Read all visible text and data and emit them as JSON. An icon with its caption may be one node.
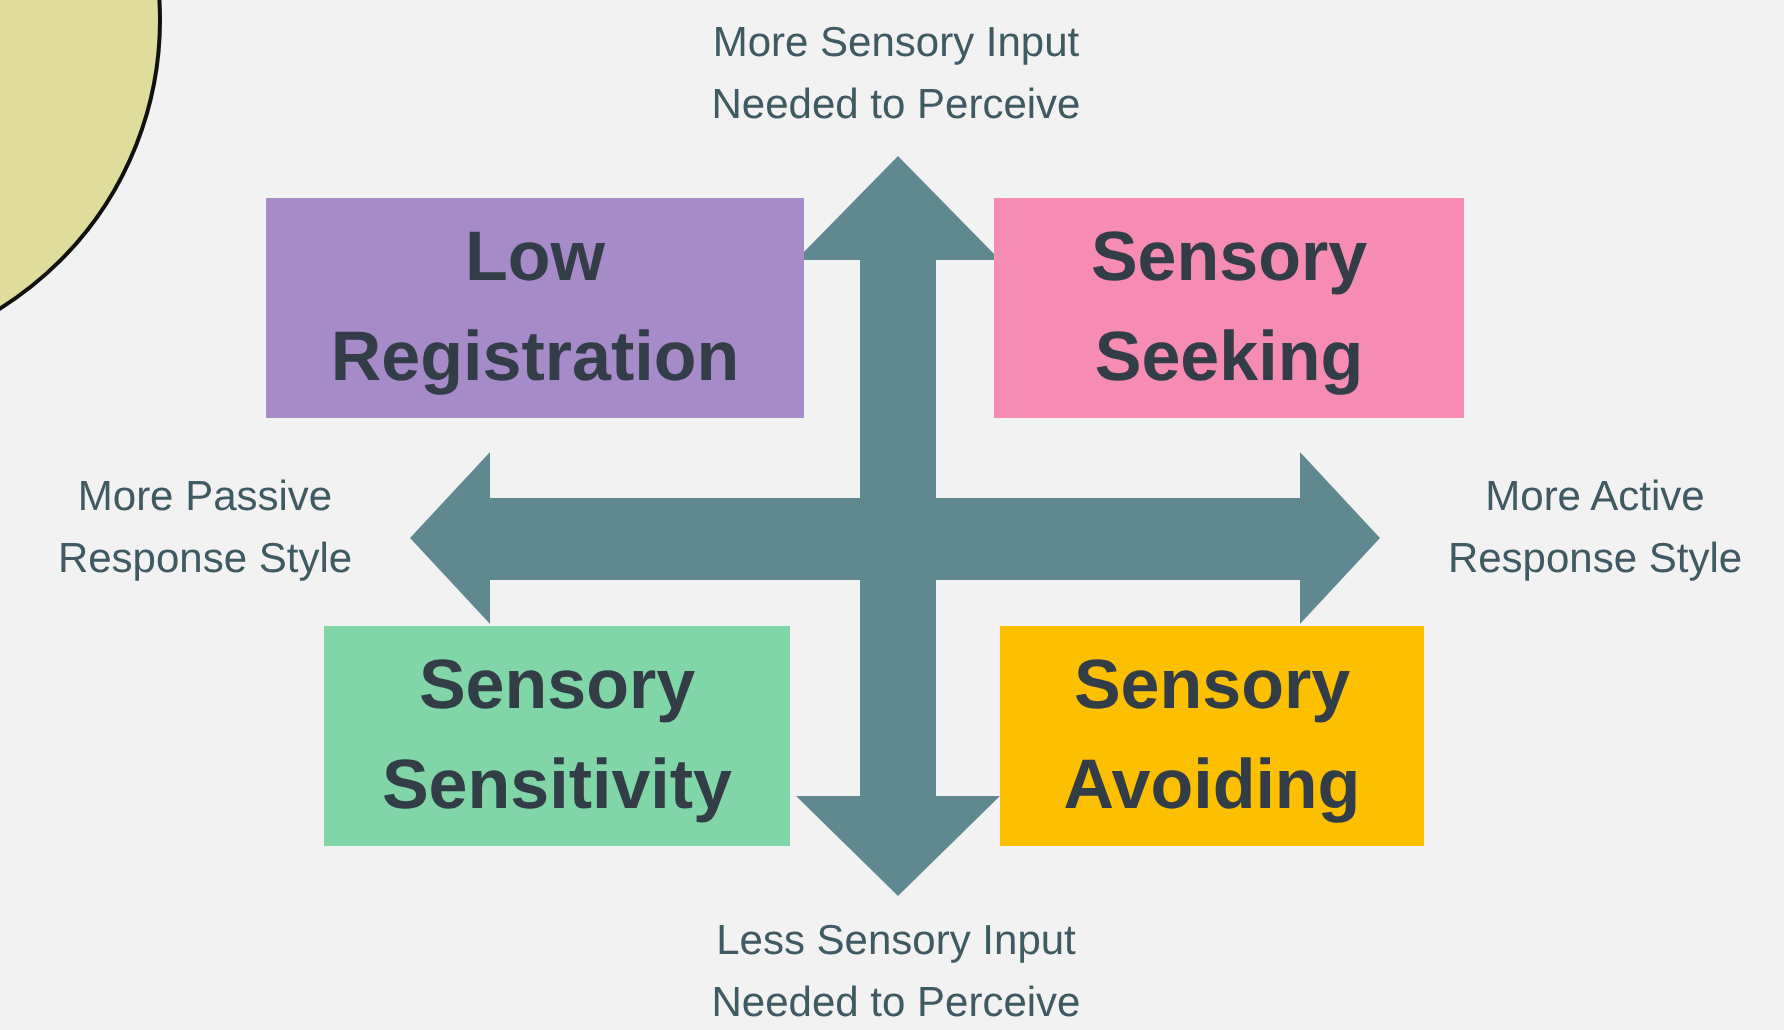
{
  "diagram": {
    "nodes": [
      {
        "text": [
          "Low Registration"
        ]
      },
      {
        "text": [
          "Sensory Seeking"
        ]
      },
      {
        "text": [
          "Sensory Sensitivity"
        ]
      },
      {
        "text": [
          "Sensory Avoiding"
        ]
      }
    ],
    "labels": [
      "More Sensory Input Needed to Perceive",
      "More Passive Response Style",
      "More Active Response Style",
      "Less Sensory Input Needed to Perceive"
    ]
  }
}
